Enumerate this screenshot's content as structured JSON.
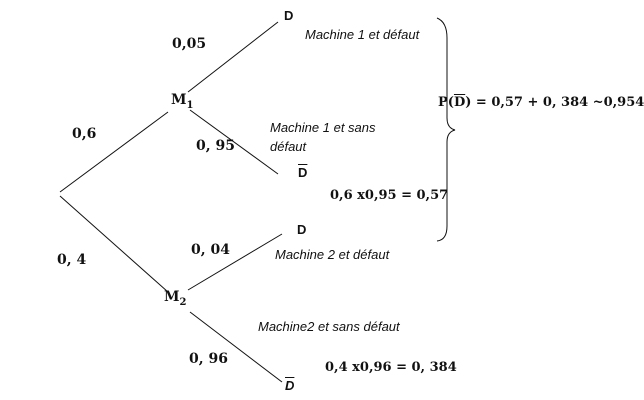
{
  "tree": {
    "branches": {
      "root_m1": "0,6",
      "root_m2": "0, 4",
      "m1_d": "0,05",
      "m1_dbar": "0, 95",
      "m2_d": "0, 04",
      "m2_dbar": "0, 96"
    },
    "nodes": {
      "m1": {
        "letter": "M",
        "sub": "1"
      },
      "m2": {
        "letter": "M",
        "sub": "2"
      },
      "d1": "D",
      "d1bar": "D",
      "d2": "D",
      "d2bar": "D"
    },
    "descriptions": {
      "m1_defect": "Machine 1 et défaut",
      "m1_no_defect_line1": "Machine 1 et sans",
      "m1_no_defect_line2": "défaut",
      "m2_defect": "Machine 2 et défaut",
      "m2_no_defect": "Machine2 et sans défaut"
    },
    "calculations": {
      "m1": "0,6 x0,95 = 0,57",
      "m2": "0,4 x0,96 = 0, 384",
      "total_prefix": "P(",
      "total_event": "D",
      "total_suffix": ") = 0,57 + 0, 384 ~0,954"
    },
    "colors": {
      "lines": "#111111",
      "text": "#111111"
    }
  }
}
